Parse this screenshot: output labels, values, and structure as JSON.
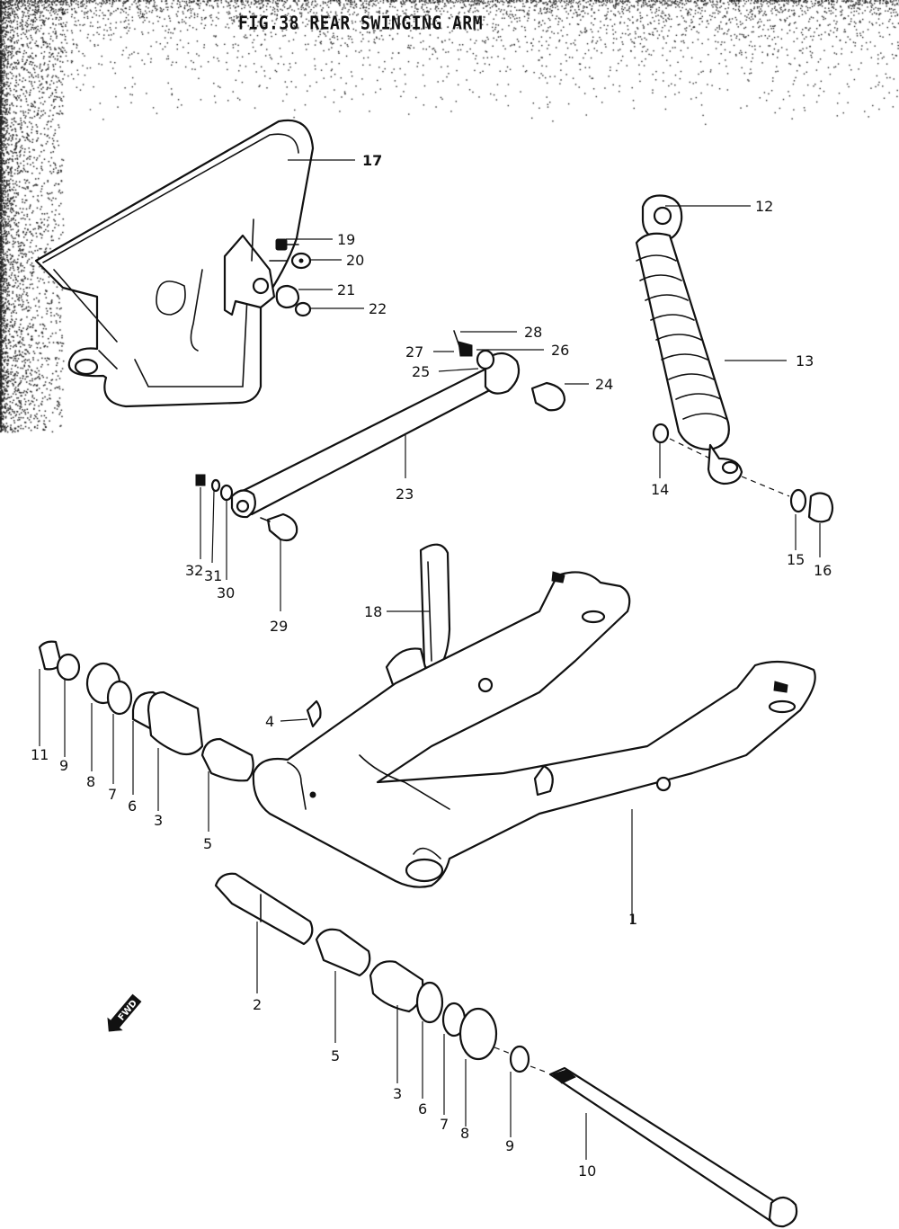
{
  "title": "FIG.38 REAR SWINGING ARM",
  "fwd_badge": "FWD",
  "labels": {
    "p1": "1",
    "p2": "2",
    "p3a": "3",
    "p3b": "3",
    "p4": "4",
    "p5a": "5",
    "p5b": "5",
    "p6a": "6",
    "p6b": "6",
    "p7a": "7",
    "p7b": "7",
    "p8a": "8",
    "p8b": "8",
    "p9a": "9",
    "p9b": "9",
    "p10": "10",
    "p11": "11",
    "p12": "12",
    "p13": "13",
    "p14": "14",
    "p15": "15",
    "p16": "16",
    "p17": "17",
    "p18": "18",
    "p19": "19",
    "p20": "20",
    "p21": "21",
    "p22": "22",
    "p23": "23",
    "p24": "24",
    "p25": "25",
    "p26": "26",
    "p27": "27",
    "p28": "28",
    "p29": "29",
    "p30": "30",
    "p31": "31",
    "p32": "32"
  }
}
